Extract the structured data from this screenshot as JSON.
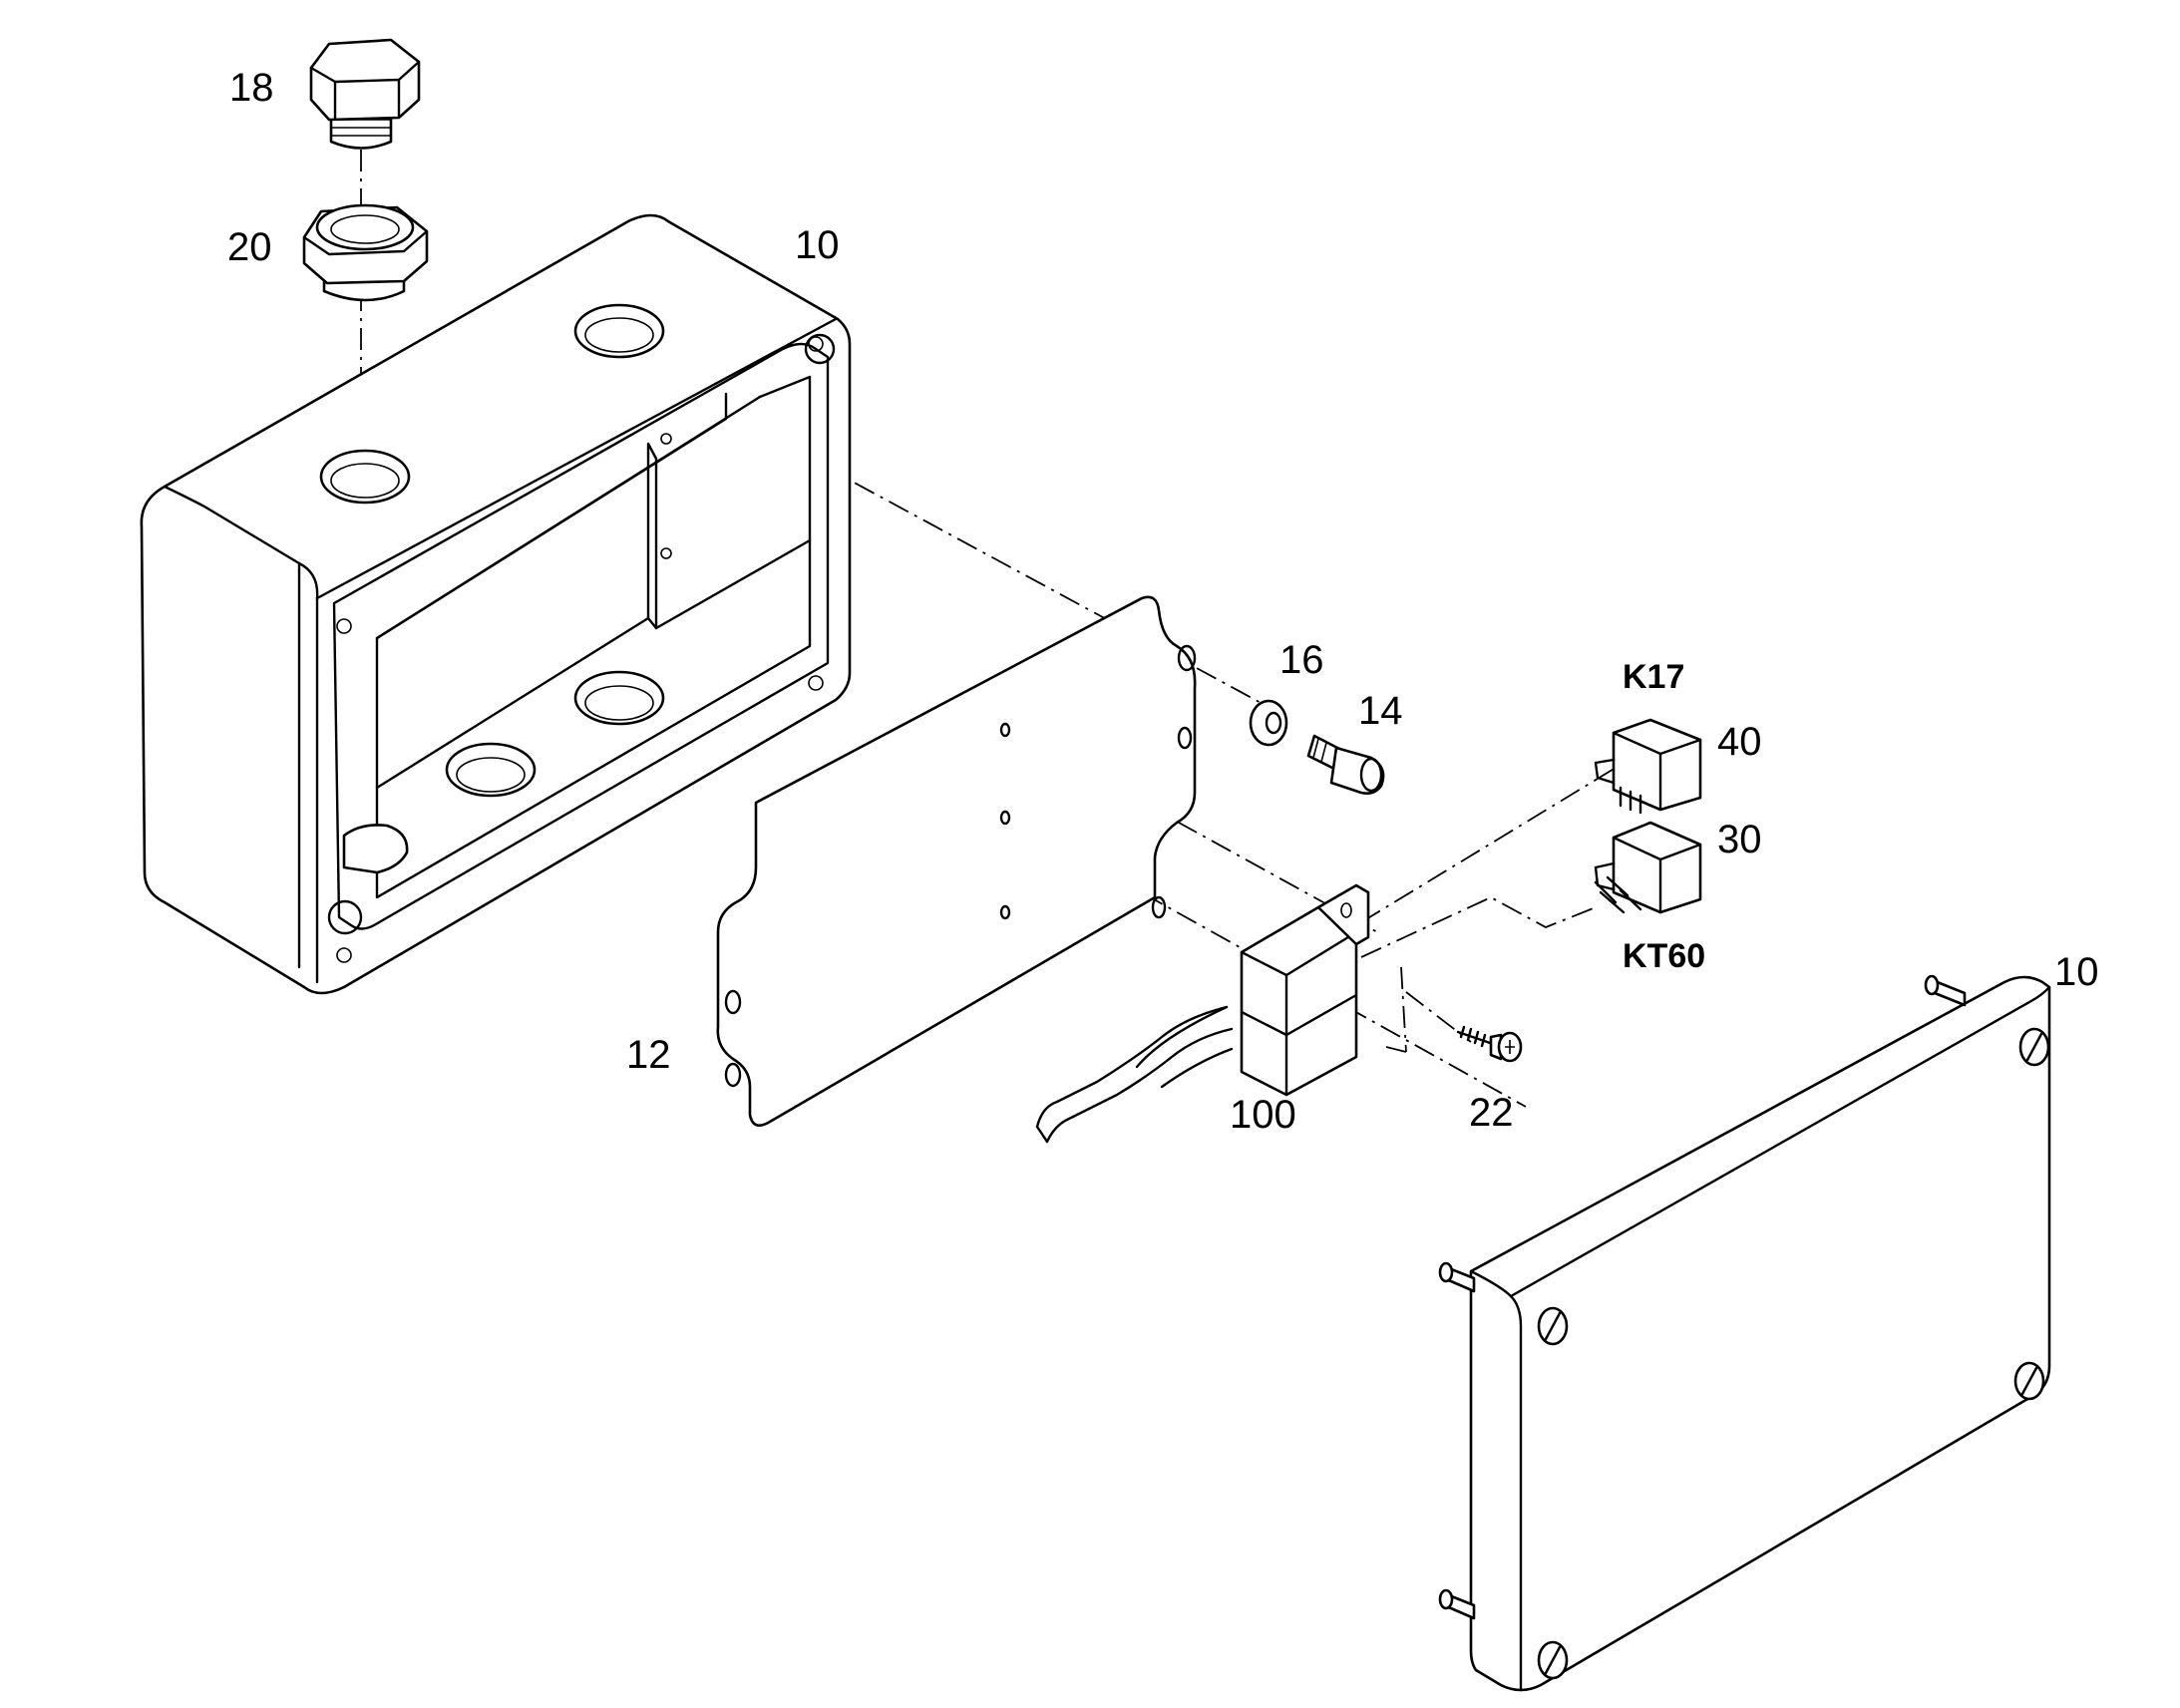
{
  "callouts": {
    "plug": "18",
    "gland": "20",
    "housing": "10",
    "washer": "16",
    "screw": "14",
    "relay_k17_item": "40",
    "relay_kt60_item": "30",
    "mounting_plate": "12",
    "connector": "100",
    "tapping_screw": "22",
    "cover": "10"
  },
  "codes": {
    "k17": "K17",
    "kt60": "KT60"
  }
}
